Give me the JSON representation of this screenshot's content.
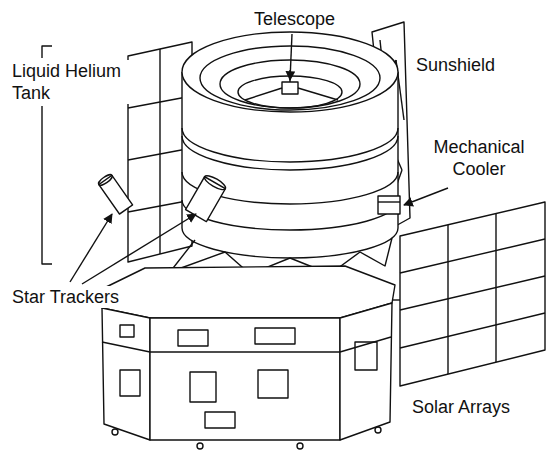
{
  "diagram": {
    "labels": [
      "Telescope",
      "Liquid Helium Tank",
      "Sunshield",
      "Mechanical Cooler",
      "Star Trackers",
      "Solar Arrays"
    ]
  }
}
